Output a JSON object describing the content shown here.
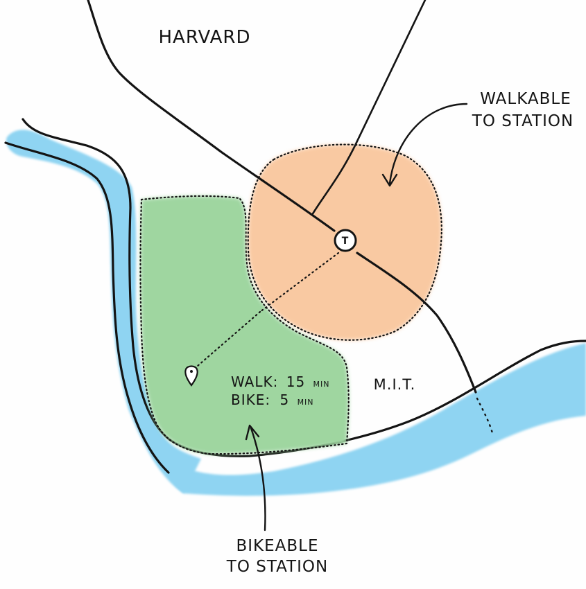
{
  "labels": {
    "harvard": "HARVARD",
    "mit": "M.I.T.",
    "walkable_line1": "WALKABLE",
    "walkable_line2": "TO STATION",
    "bikeable_line1": "BIKEABLE",
    "bikeable_line2": "TO STATION",
    "walk_prefix": "WALK:",
    "walk_number": "15",
    "walk_unit": "MIN",
    "bike_prefix": "BIKE:",
    "bike_number": "5",
    "bike_unit": "MIN",
    "station_symbol": "T"
  },
  "travel_times": {
    "walk_minutes": 15,
    "bike_minutes": 5
  },
  "colors": {
    "river": "#8fd4f2",
    "walkable_zone": "#f9c9a2",
    "bikeable_zone": "#9fd6a0",
    "ink": "#141414",
    "background": "#fefefe"
  },
  "icons": {
    "station": "transit-station-icon",
    "location": "map-pin-icon"
  }
}
